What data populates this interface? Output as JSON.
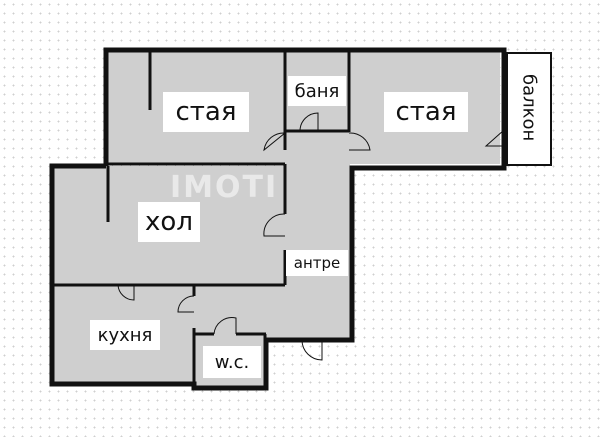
{
  "rooms": {
    "room1": "стая",
    "bathroom": "баня",
    "room2": "стая",
    "balcony": "балкон",
    "hall": "хол",
    "entrance": "антре",
    "kitchen": "кухня",
    "wc": "w.c."
  },
  "watermark": "IMOTI",
  "colors": {
    "wall": "#111111",
    "floor": "#cfcfcf",
    "background": "#ffffff"
  }
}
